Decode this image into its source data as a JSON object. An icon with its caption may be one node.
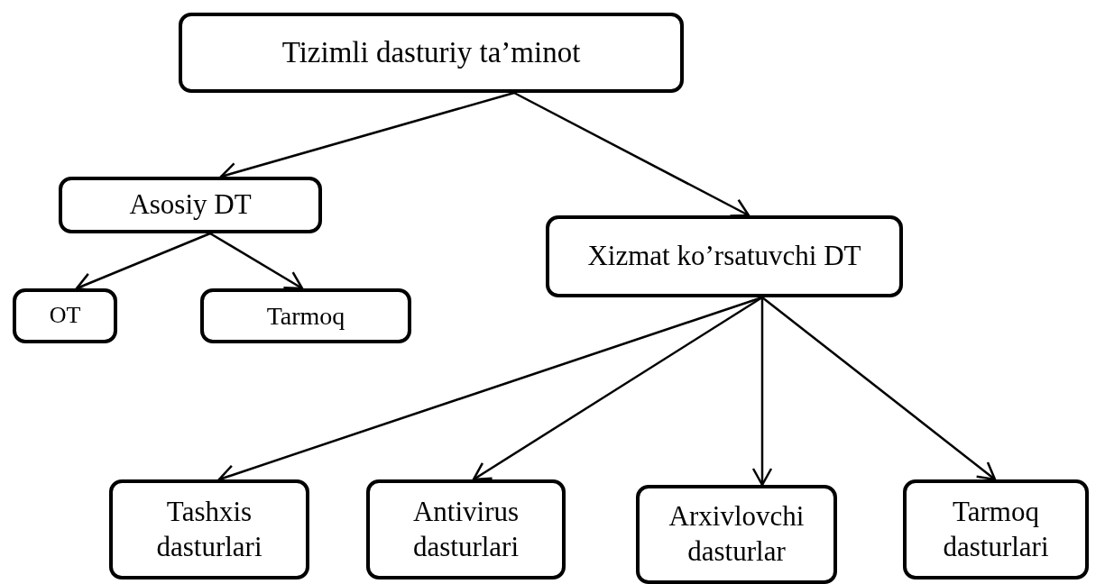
{
  "diagram": {
    "nodes": [
      {
        "text": [
          "Tizimli dasturiy ta’minot"
        ]
      },
      {
        "text": [
          "Asosiy DT"
        ]
      },
      {
        "text": [
          "Xizmat ko’rsatuvchi DT"
        ]
      },
      {
        "text": [
          "OT"
        ]
      },
      {
        "text": [
          "Tarmoq"
        ]
      },
      {
        "text": [
          "Tashxis dasturlari"
        ]
      },
      {
        "text": [
          "Antivirus dasturlari"
        ]
      },
      {
        "text": [
          "Arxivlovchi dasturlar"
        ]
      },
      {
        "text": [
          "Tarmoq dasturlari"
        ]
      }
    ],
    "edges": [
      {
        "from": 0,
        "to": 1,
        "arrow": "to"
      },
      {
        "from": 0,
        "to": 2,
        "arrow": "to"
      },
      {
        "from": 1,
        "to": 3,
        "arrow": "to"
      },
      {
        "from": 1,
        "to": 4,
        "arrow": "to"
      },
      {
        "from": 2,
        "to": 5,
        "arrow": "to"
      },
      {
        "from": 2,
        "to": 6,
        "arrow": "to"
      },
      {
        "from": 2,
        "to": 7,
        "arrow": "to"
      },
      {
        "from": 2,
        "to": 8,
        "arrow": "to"
      }
    ]
  }
}
